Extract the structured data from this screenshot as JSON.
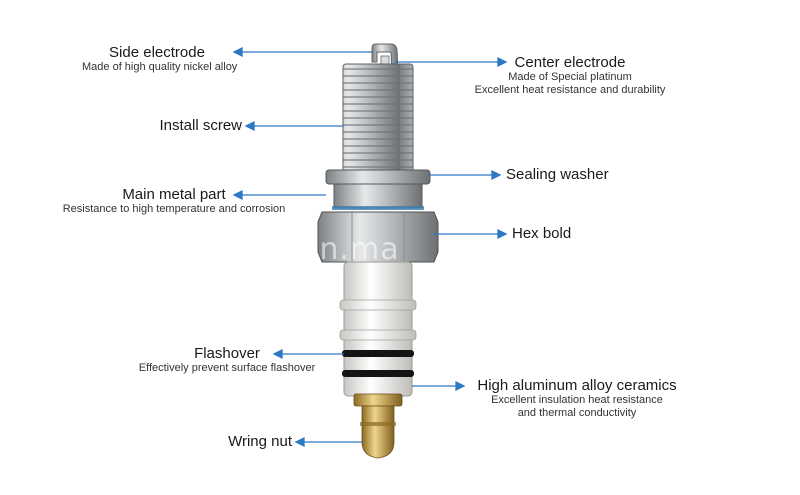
{
  "labels": {
    "side_electrode": {
      "title": "Side electrode",
      "desc": "Made of high quality nickel alloy"
    },
    "center_electrode": {
      "title": "Center electrode",
      "desc1": "Made of Special platinum",
      "desc2": "Excellent heat resistance and durability"
    },
    "install_screw": {
      "title": "Install screw"
    },
    "sealing_washer": {
      "title": "Sealing washer"
    },
    "main_metal_part": {
      "title": "Main metal part",
      "desc": "Resistance to high temperature and corrosion"
    },
    "hex_bold": {
      "title": "Hex bold"
    },
    "flashover": {
      "title": "Flashover",
      "desc": "Effectively prevent surface flashover"
    },
    "ceramics": {
      "title": "High aluminum alloy ceramics",
      "desc1": "Excellent insulation  heat resistance",
      "desc2": "and thermal conductivity"
    },
    "wring_nut": {
      "title": "Wring nut"
    }
  },
  "watermark": "en.ma",
  "colors": {
    "arrow": "#2f78c4",
    "metal": "#b9bcbe",
    "ceramic": "#f2f0ec",
    "brass": "#c9a24a",
    "ring": "#111111"
  }
}
